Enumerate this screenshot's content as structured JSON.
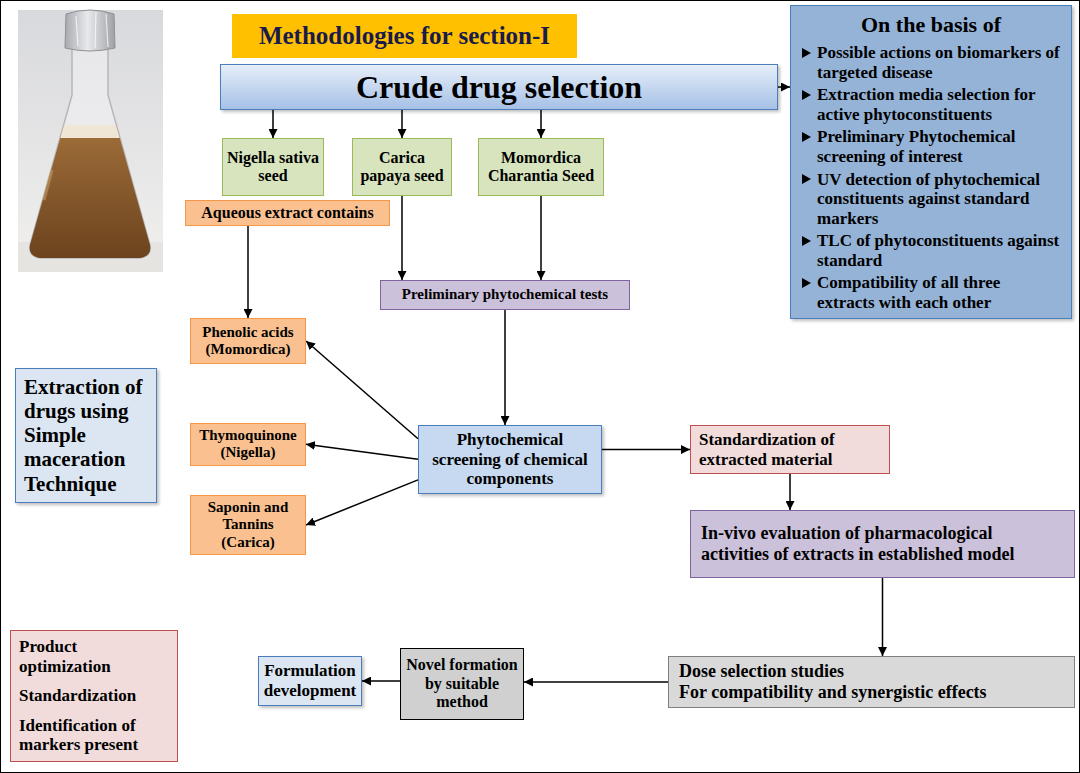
{
  "diagram": {
    "nodes": [
      {
        "text": [
          "Methodologies for section-I"
        ]
      },
      {
        "text": [
          "Crude drug selection"
        ]
      },
      {
        "text": [
          "On the basis of",
          "Possible actions on biomarkers of targeted disease",
          "Extraction media selection for active phytoconstituents",
          "Preliminary Phytochemical screening of interest",
          "UV detection of phytochemical constituents against standard markers",
          "TLC of phytoconstituents against standard",
          "Compatibility of all three extracts with each other"
        ]
      },
      {
        "text": [
          "Nigella sativa seed"
        ]
      },
      {
        "text": [
          "Carica papaya seed"
        ]
      },
      {
        "text": [
          "Momordica Charantia Seed"
        ]
      },
      {
        "text": [
          "Aqueous extract contains"
        ]
      },
      {
        "text": [
          "Preliminary phytochemical tests"
        ]
      },
      {
        "text": [
          "Phenolic acids (Momordica)"
        ]
      },
      {
        "text": [
          "Extraction of drugs using Simple maceration Technique"
        ]
      },
      {
        "text": [
          "Phytochemical screening of chemical components"
        ]
      },
      {
        "text": [
          "Standardization of extracted material"
        ]
      },
      {
        "text": [
          "Thymoquinone (Nigella)"
        ]
      },
      {
        "text": [
          "Saponin and Tannins (Carica)"
        ]
      },
      {
        "text": [
          "In-vivo evaluation of pharmacological activities of extracts in established model"
        ]
      },
      {
        "text": [
          "Dose selection studies",
          "For compatibility and synergistic effects"
        ]
      },
      {
        "text": [
          "Product optimization",
          "Standardization",
          "Identification of markers present"
        ]
      },
      {
        "text": [
          "Formulation development"
        ]
      },
      {
        "text": [
          "Novel formation by suitable method"
        ]
      }
    ],
    "edges": [
      {
        "from": 1,
        "to": 2,
        "arrow": "to"
      },
      {
        "from": 1,
        "to": 3,
        "arrow": "to"
      },
      {
        "from": 1,
        "to": 4,
        "arrow": "to"
      },
      {
        "from": 1,
        "to": 5,
        "arrow": "to"
      },
      {
        "from": 4,
        "to": 7,
        "arrow": "to"
      },
      {
        "from": 5,
        "to": 7,
        "arrow": "to"
      },
      {
        "from": 6,
        "to": 8,
        "arrow": "to"
      },
      {
        "from": 7,
        "to": 10,
        "arrow": "to"
      },
      {
        "from": 10,
        "to": 8,
        "arrow": "to"
      },
      {
        "from": 10,
        "to": 12,
        "arrow": "to"
      },
      {
        "from": 10,
        "to": 13,
        "arrow": "to"
      },
      {
        "from": 10,
        "to": 11,
        "arrow": "to"
      },
      {
        "from": 11,
        "to": 14,
        "arrow": "to"
      },
      {
        "from": 14,
        "to": 15,
        "arrow": "to"
      },
      {
        "from": 15,
        "to": 18,
        "arrow": "to"
      },
      {
        "from": 18,
        "to": 17,
        "arrow": "to"
      }
    ]
  }
}
